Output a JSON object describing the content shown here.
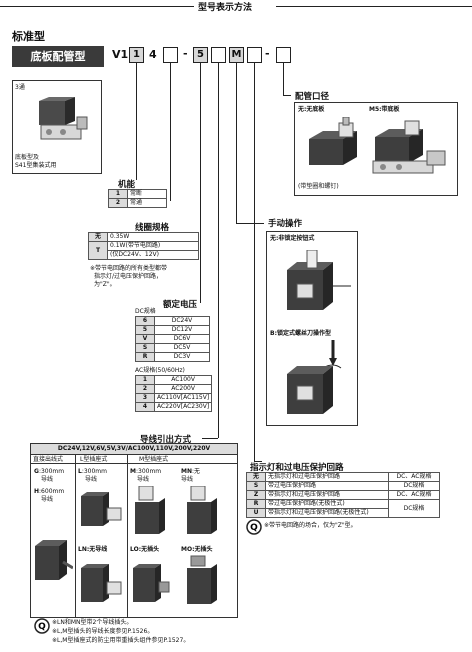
{
  "header": {
    "title": "型号表示方法"
  },
  "std_label": "标准型",
  "type_box": "底板配管型",
  "model": {
    "prefix": "V1",
    "c1": "1",
    "c2": "4",
    "dash1": "-",
    "c3": "5",
    "c4": "M",
    "dash2": "-"
  },
  "valve3": {
    "tag": "3通",
    "note1": "底板型及",
    "note2": "S41型集装式用"
  },
  "function": {
    "title": "机能",
    "rows": [
      {
        "code": "1",
        "label": "常断"
      },
      {
        "code": "2",
        "label": "常通"
      }
    ]
  },
  "coil": {
    "title": "线圈规格",
    "rows": [
      {
        "code": "无",
        "spec": "0.35W"
      },
      {
        "code": "T",
        "spec1": "0.1W(带节电回路)",
        "spec2": "(仅DC24V、12V)"
      }
    ],
    "note1": "※带节电回路的所有类型都带",
    "note2": "指示灯/过电压保护回路，",
    "note3": "为\"Z\"。"
  },
  "voltage": {
    "title": "额定电压",
    "dc_label": "DC规格",
    "dc": [
      {
        "code": "6",
        "v": "DC24V"
      },
      {
        "code": "5",
        "v": "DC12V"
      },
      {
        "code": "V",
        "v": "DC6V"
      },
      {
        "code": "S",
        "v": "DC5V"
      },
      {
        "code": "R",
        "v": "DC3V"
      }
    ],
    "ac_label": "AC规格(50/60Hz)",
    "ac": [
      {
        "code": "1",
        "v": "AC100V"
      },
      {
        "code": "2",
        "v": "AC200V"
      },
      {
        "code": "3",
        "v": "AC110V[AC115V]"
      },
      {
        "code": "4",
        "v": "AC220V[AC230V]"
      }
    ]
  },
  "port": {
    "title": "配管口径",
    "opt1": "无:无底板",
    "opt2": "M5:带底板",
    "caption": "(带垫圈和螺钉)"
  },
  "manual": {
    "title": "手动操作",
    "opt1": "无:非锁定按钮式",
    "opt2": "B:锁定式螺丝刀操作型"
  },
  "wiring": {
    "title": "导线引出方式",
    "header": "DC24V,12V,6V,5V,3V/AC100V,110V,200V,220V",
    "col1": "直接出线式",
    "col2": "L型插座式",
    "col3": "M型插座式",
    "g_code": "G",
    "g_text": ":300mm",
    "g_sub": "导线",
    "h_code": "H",
    "h_text": ":600mm",
    "h_sub": "导线",
    "l_code": "L",
    "l_text": ":300mm",
    "l_sub": "导线",
    "m_code": "M",
    "m_text": ":300mm",
    "m_sub": "导线",
    "mn_code": "MN",
    "mn_text": ":无",
    "mn_sub": "导线",
    "ln": "LN:无导线",
    "lo": "LO:无插头",
    "mo": "MO:无插头",
    "note1": "※LN和MN型带2个导线插头。",
    "note2": "※L,M型插头的导线长度参见P.1526。",
    "note3": "※L,M型插座式的防尘用带重插头组件参见P.1527。"
  },
  "light": {
    "title": "指示灯和过电压保护回路",
    "rows": [
      {
        "code": "无",
        "d": "无指示灯和过电压保护回路",
        "s": "DC、AC规格"
      },
      {
        "code": "S",
        "d": "带过电压保护回路",
        "s": "DC规格"
      },
      {
        "code": "Z",
        "d": "带指示灯和过电压保护回路",
        "s": "DC、AC规格"
      },
      {
        "code": "R",
        "d": "带过电压保护回路(无极性式)",
        "s": "DC规格"
      },
      {
        "code": "U",
        "d": "带指示灯和过电压保护回路(无极性式)",
        "s": ""
      }
    ],
    "note": "※带节电回路的场合，仅为\"Z\"型。"
  }
}
